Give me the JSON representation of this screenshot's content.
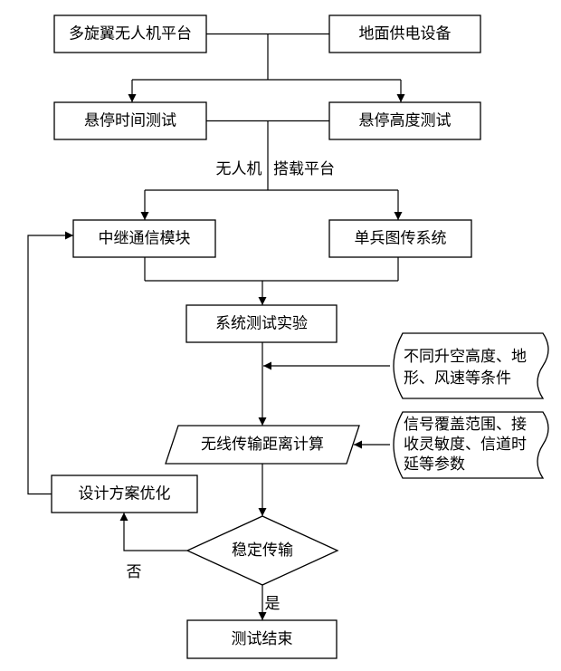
{
  "nodes": {
    "uav_platform": "多旋翼无人机平台",
    "ground_power": "地面供电设备",
    "hover_time_test": "悬停时间测试",
    "hover_height_test": "悬停高度测试",
    "relay_comm": "中继通信模块",
    "soldier_video": "单兵图传系统",
    "system_test": "系统测试实验",
    "wireless_calc": "无线传输距离计算",
    "design_opt": "设计方案优化",
    "stable_tx": "稳定传输",
    "test_end": "测试结束"
  },
  "inputs": {
    "conditions": [
      "不同升空高度、地",
      "形、风速等条件"
    ],
    "parameters": [
      "信号覆盖范围、接",
      "收灵敏度、信道时",
      "延等参数"
    ]
  },
  "labels": {
    "uav": "无人机",
    "carrier_platform": "搭载平台",
    "no": "否",
    "yes": "是"
  }
}
